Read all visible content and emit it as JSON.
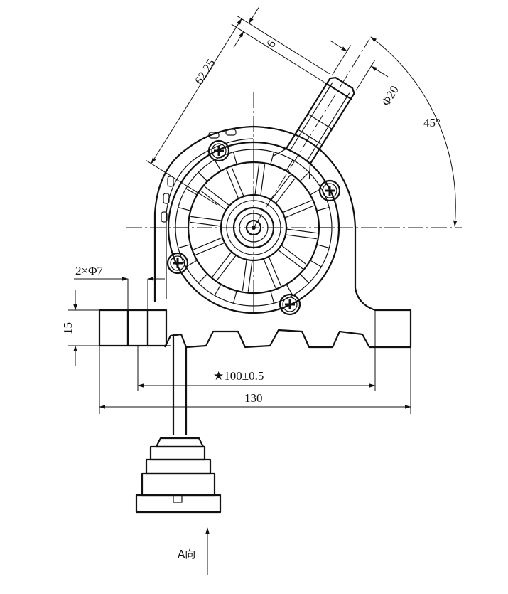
{
  "labels": {
    "length_dim": "62.25",
    "offset_dim": "6",
    "outlet_dia": "Φ20",
    "angle": "45°",
    "holes": "2×Φ7",
    "height_dim": "15",
    "hole_spacing": "★100±0.5",
    "total_width": "130",
    "view_dir": "A向"
  },
  "colors": {
    "line": "#111111",
    "background": "#ffffff"
  }
}
